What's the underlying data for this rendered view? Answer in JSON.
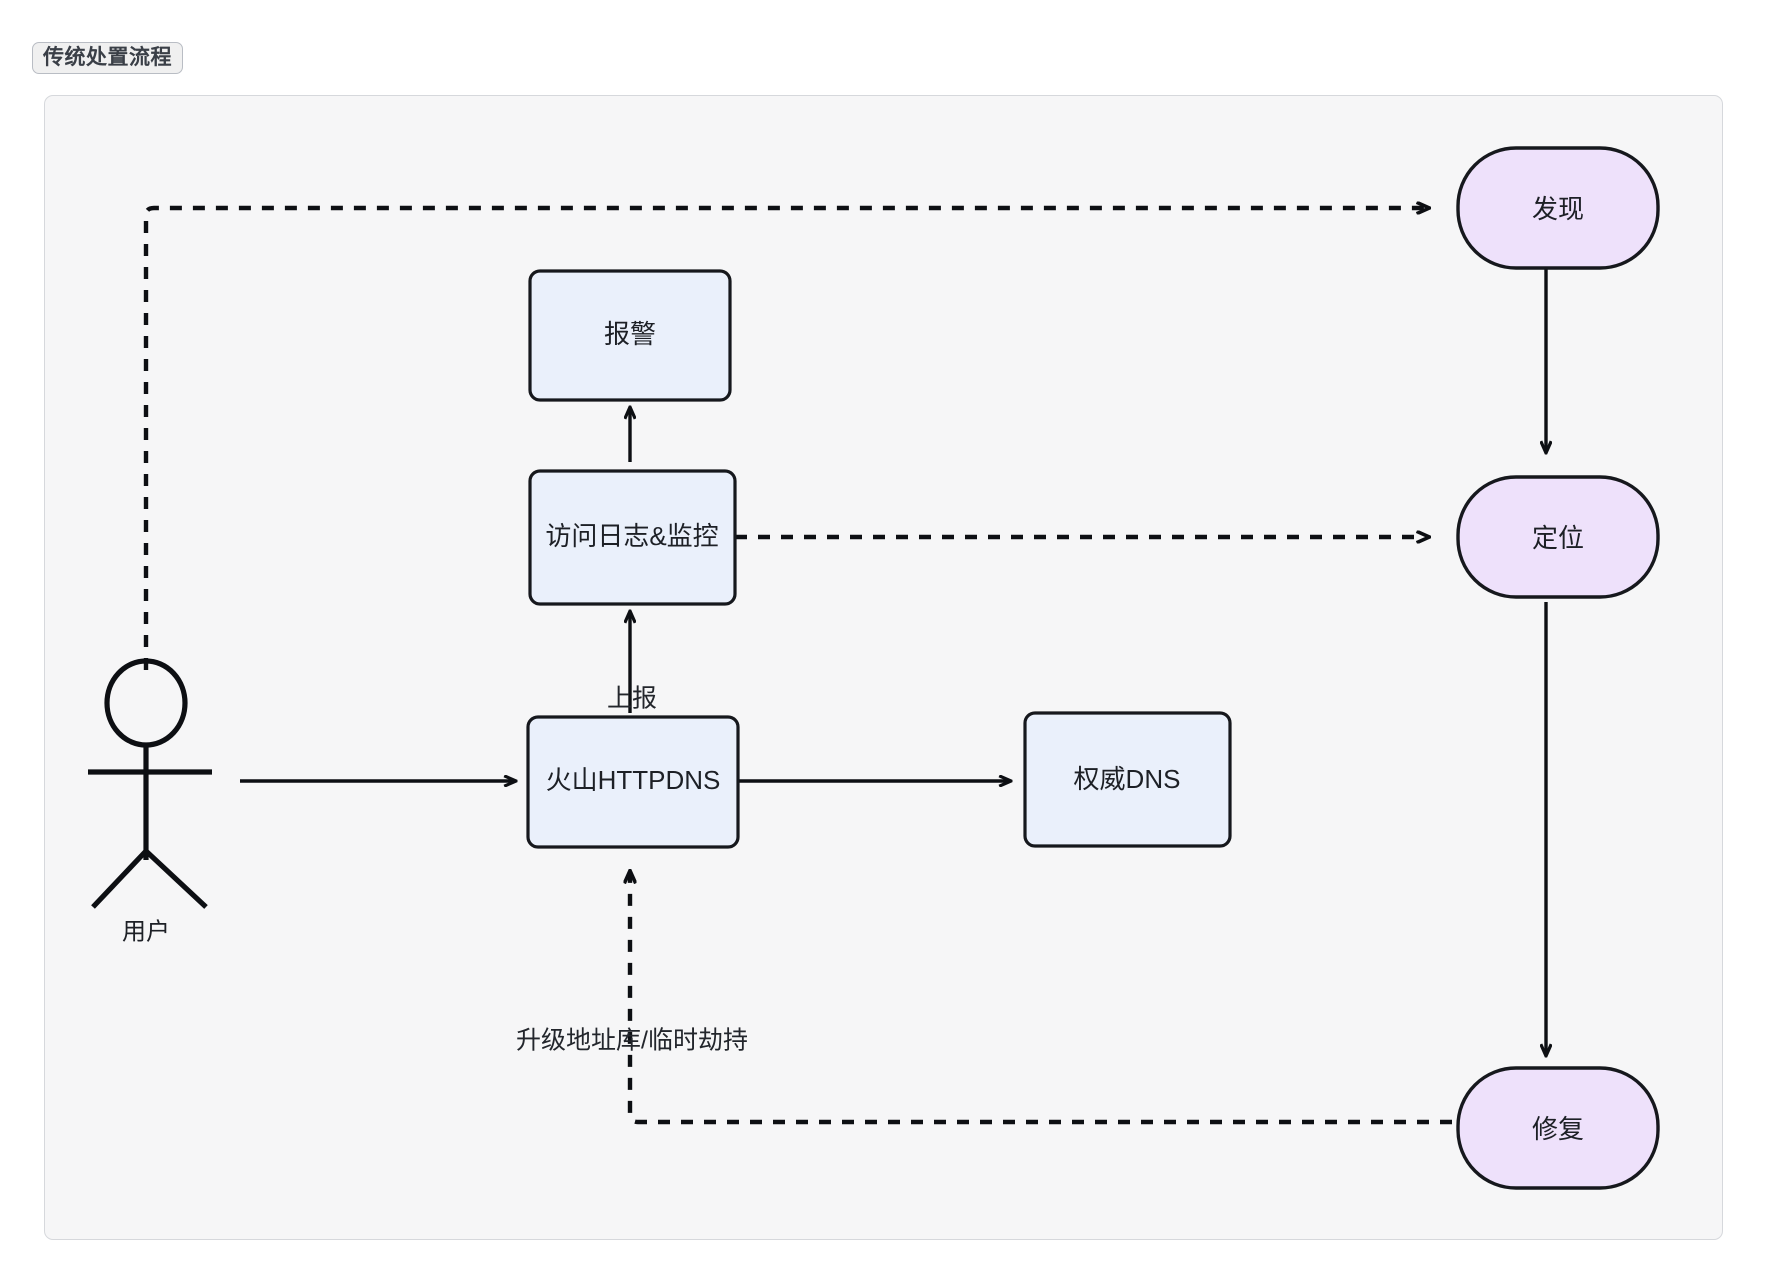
{
  "frame": {
    "title": "传统处置流程",
    "background_color": "#f6f6f7",
    "border_color": "#d6d8dc",
    "title_background": "#f0f0f0"
  },
  "colors": {
    "process_fill": "#eaf0fb",
    "state_fill": "#eee1fb",
    "stroke": "#16181d",
    "text": "#1d2026"
  },
  "actor": {
    "name": "actor-user",
    "label": "用户"
  },
  "nodes": [
    {
      "id": "alarm",
      "label": "报警",
      "shape": "rect",
      "fill": "#eaf0fb"
    },
    {
      "id": "logs",
      "label": "访问日志&监控",
      "shape": "rect",
      "fill": "#eaf0fb"
    },
    {
      "id": "httpdns",
      "label": "火山HTTPDNS",
      "shape": "rect",
      "fill": "#eaf0fb"
    },
    {
      "id": "authdns",
      "label": "权威DNS",
      "shape": "rect",
      "fill": "#eaf0fb"
    },
    {
      "id": "discover",
      "label": "发现",
      "shape": "round",
      "fill": "#eee1fb"
    },
    {
      "id": "locate",
      "label": "定位",
      "shape": "round",
      "fill": "#eee1fb"
    },
    {
      "id": "repair",
      "label": "修复",
      "shape": "round",
      "fill": "#eee1fb"
    }
  ],
  "edges": [
    {
      "id": "user-to-httpdns",
      "from": "用户",
      "to": "火山HTTPDNS",
      "style": "solid",
      "label": ""
    },
    {
      "id": "httpdns-to-authdns",
      "from": "火山HTTPDNS",
      "to": "权威DNS",
      "style": "solid",
      "label": ""
    },
    {
      "id": "httpdns-to-logs",
      "from": "火山HTTPDNS",
      "to": "访问日志&监控",
      "style": "solid",
      "label": "上报"
    },
    {
      "id": "logs-to-alarm",
      "from": "访问日志&监控",
      "to": "报警",
      "style": "solid",
      "label": ""
    },
    {
      "id": "user-to-discover",
      "from": "用户",
      "to": "发现",
      "style": "dashed",
      "label": ""
    },
    {
      "id": "logs-to-locate",
      "from": "访问日志&监控",
      "to": "定位",
      "style": "dashed",
      "label": ""
    },
    {
      "id": "discover-to-locate",
      "from": "发现",
      "to": "定位",
      "style": "solid",
      "label": ""
    },
    {
      "id": "locate-to-repair",
      "from": "定位",
      "to": "修复",
      "style": "solid",
      "label": ""
    },
    {
      "id": "repair-to-httpdns",
      "from": "修复",
      "to": "火山HTTPDNS",
      "style": "dashed",
      "label": "升级地址库/临时劫持"
    }
  ],
  "edge_labels": {
    "report": "上报",
    "upgrade": "升级地址库/临时劫持"
  }
}
